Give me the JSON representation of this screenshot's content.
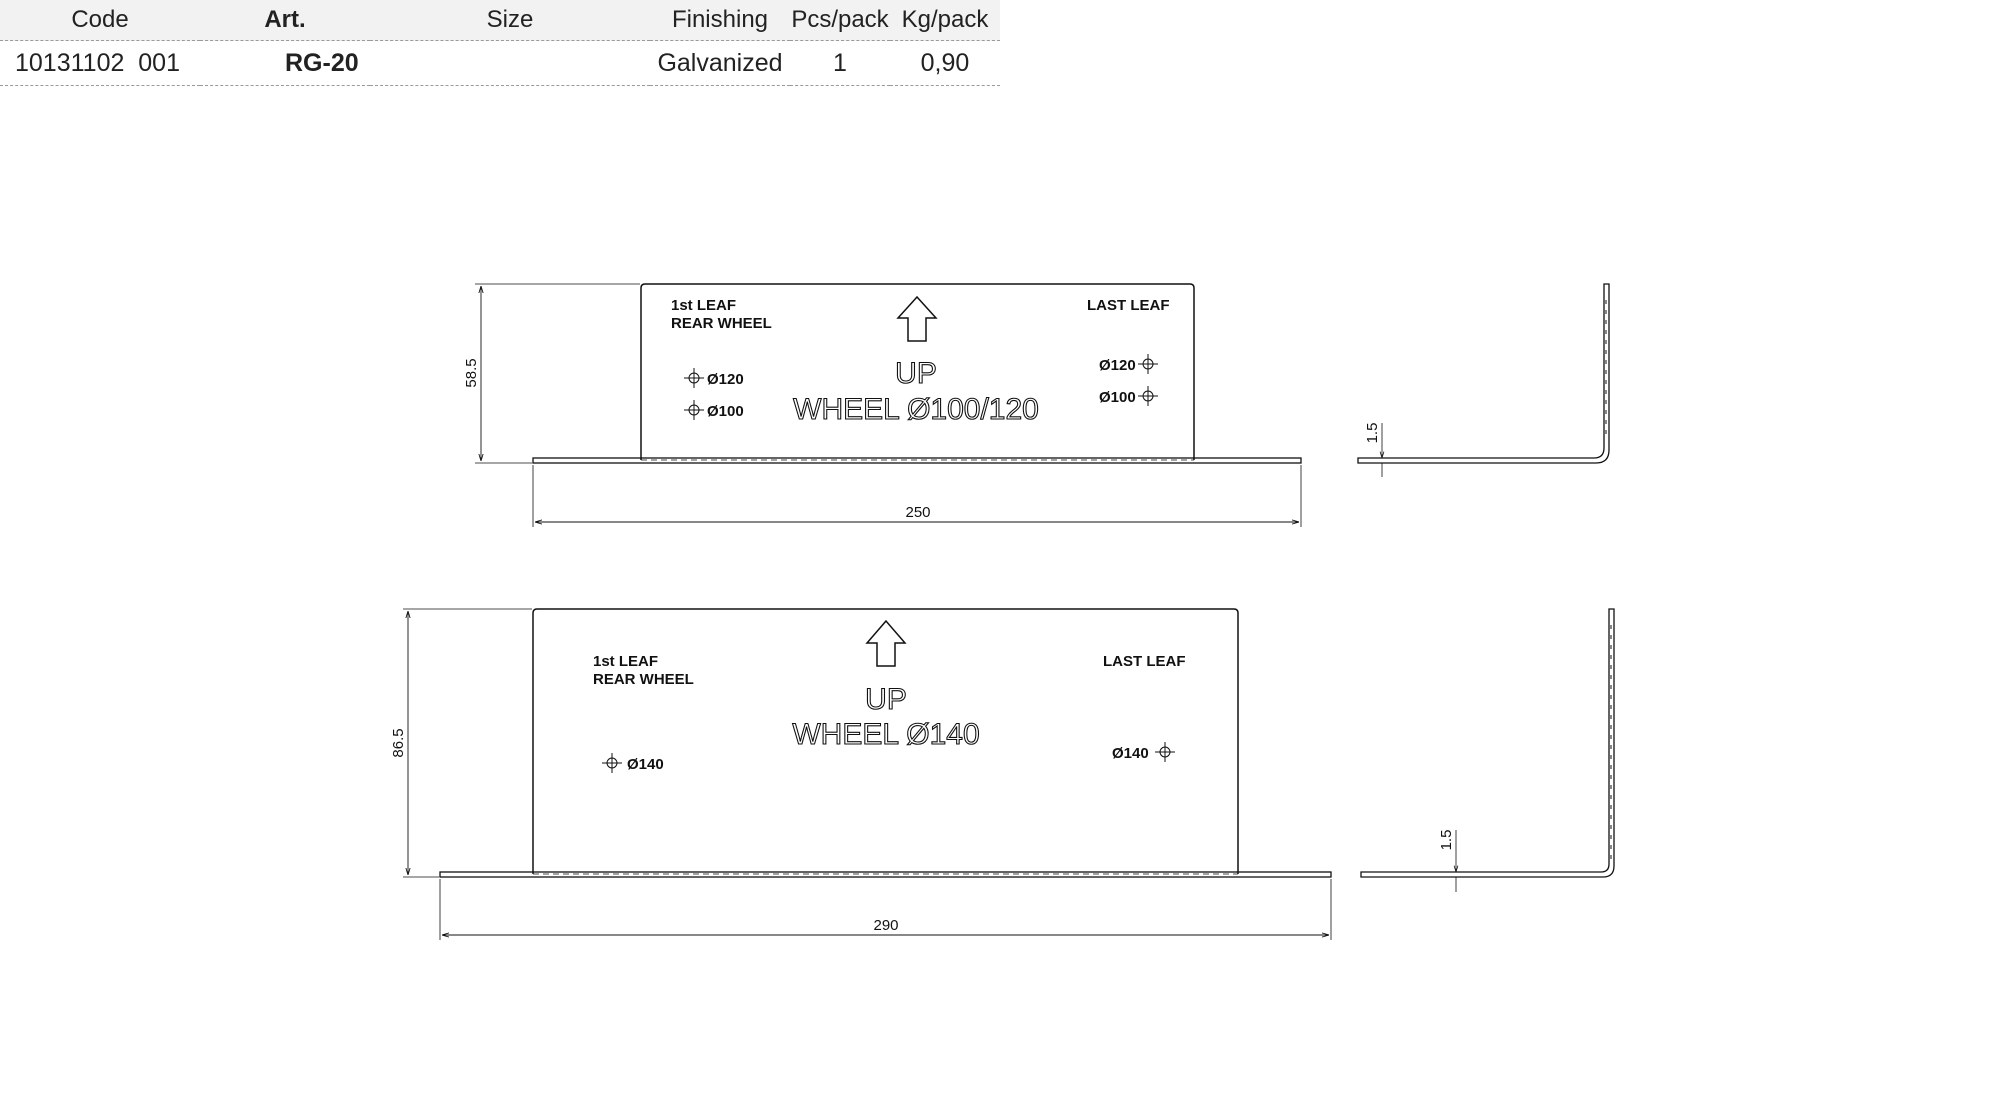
{
  "table": {
    "headers": {
      "code": "Code",
      "art": "Art.",
      "size": "Size",
      "finishing": "Finishing",
      "pcs": "Pcs/pack",
      "kg": "Kg/pack"
    },
    "row": {
      "code": "10131102  001",
      "art": "RG-20",
      "size": "",
      "finishing": "Galvanized",
      "pcs": "1",
      "kg": "0,90"
    }
  },
  "drawing1": {
    "left_label_1": "1st LEAF",
    "left_label_2": "REAR WHEEL",
    "right_label": "LAST LEAF",
    "up": "UP",
    "wheel": "WHEEL Ø100/120",
    "hole_a": "Ø120",
    "hole_b": "Ø100",
    "dim_height": "58.5",
    "dim_width": "250",
    "dim_thickness": "1.5"
  },
  "drawing2": {
    "left_label_1": "1st LEAF",
    "left_label_2": "REAR WHEEL",
    "right_label": "LAST LEAF",
    "up": "UP",
    "wheel": "WHEEL Ø140",
    "hole": "Ø140",
    "dim_height": "86.5",
    "dim_width": "290",
    "dim_thickness": "1.5"
  }
}
